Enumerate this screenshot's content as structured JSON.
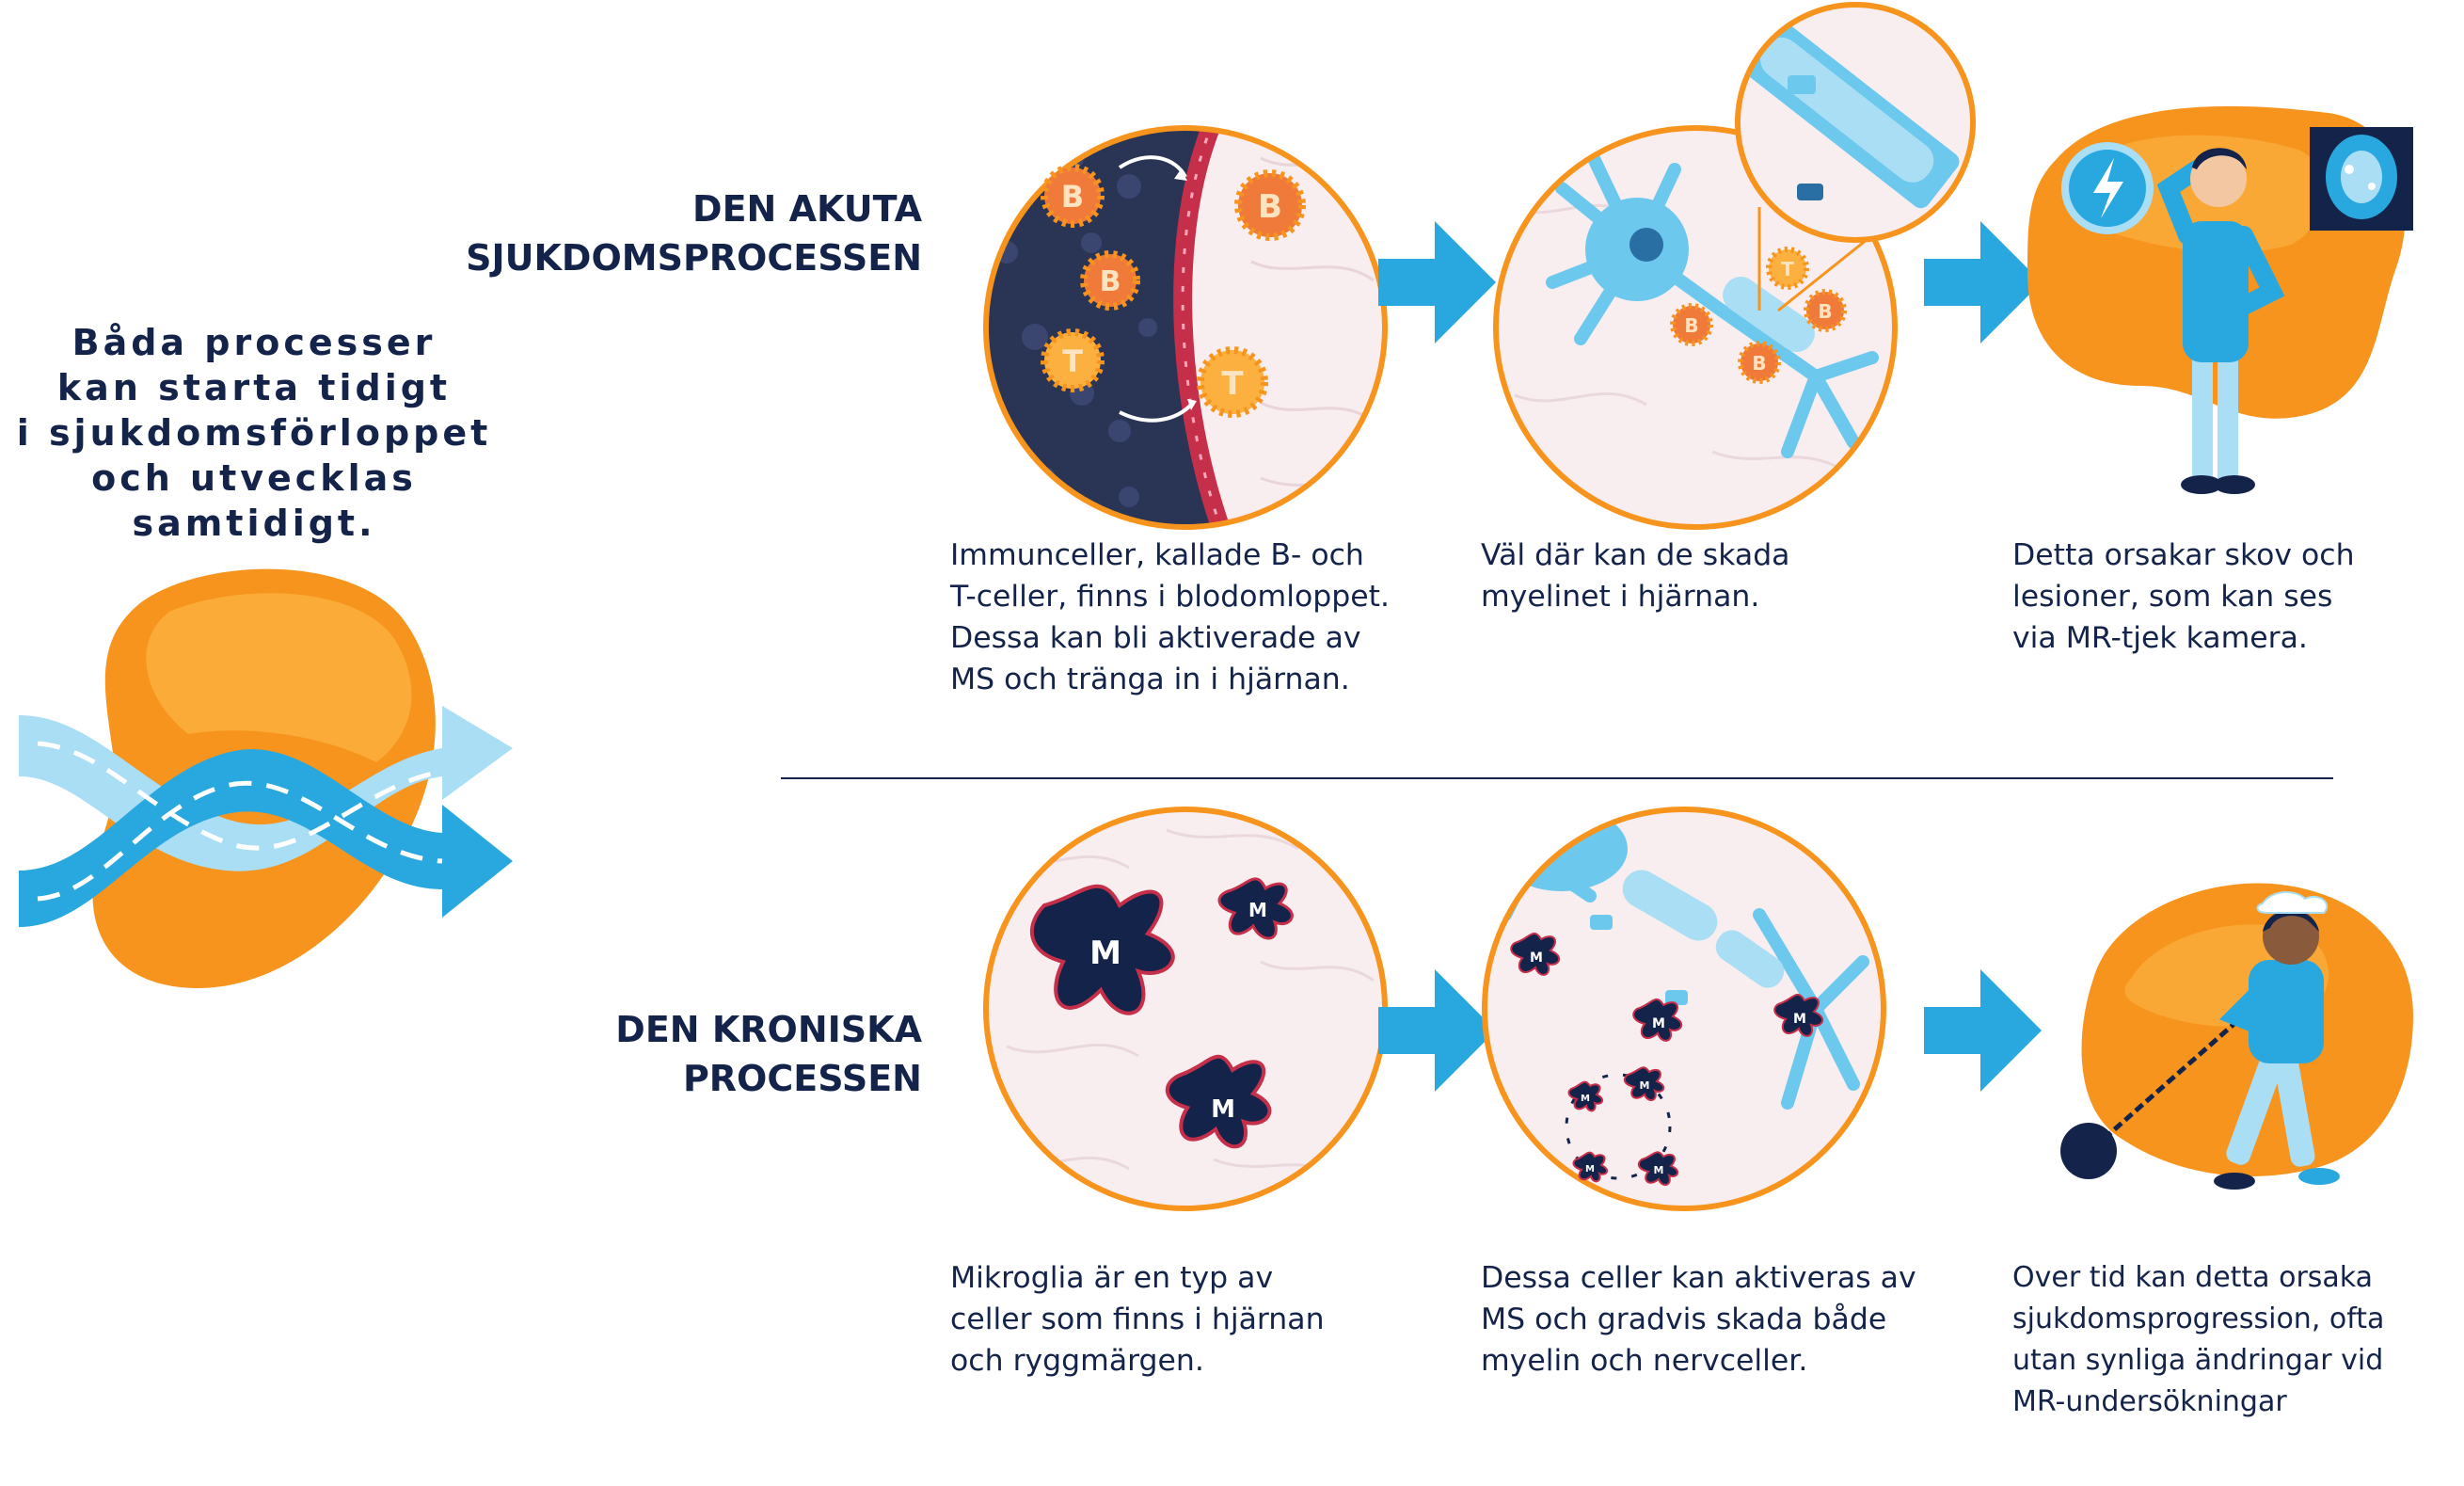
{
  "intro": {
    "lines": [
      "Båda processer",
      "kan starta tidigt",
      "i sjukdomsförloppet",
      "och utvecklas",
      "samtidigt."
    ]
  },
  "acute": {
    "heading": [
      "DEN AKUTA",
      "SJUKDOMSPROCESSEN"
    ],
    "steps": [
      {
        "caption": [
          "Immunceller, kallade B- och",
          "T-celler, finns i blodomloppet.",
          "Dessa kan bli aktiverade av",
          "MS och tränga in i hjärnan."
        ]
      },
      {
        "caption": [
          "Väl där kan de skada",
          "myelinet i hjärnan."
        ]
      },
      {
        "caption": [
          "Detta orsakar skov och",
          "lesioner, som kan ses",
          "via MR-tjek kamera."
        ]
      }
    ]
  },
  "chronic": {
    "heading": [
      "DEN KRONISKA",
      "PROCESSEN"
    ],
    "steps": [
      {
        "caption": [
          "Mikroglia är en typ av",
          "celler som finns i hjärnan",
          "och ryggmärgen."
        ]
      },
      {
        "caption": [
          "Dessa celler kan aktiveras av",
          "MS och gradvis skada både",
          "myelin och nervceller."
        ]
      },
      {
        "caption": [
          "Over tid kan detta orsaka",
          "sjukdomsprogression, ofta",
          "utan synliga ändringar vid",
          "MR-undersökningar"
        ]
      }
    ]
  },
  "cell_labels": {
    "b_cell": "B",
    "t_cell": "T",
    "microglia": "M"
  },
  "colors": {
    "navy": "#14234a",
    "orange": "#f7941d",
    "orange_light": "#fbb040",
    "blue_arrow": "#29a8e0",
    "light_blue": "#a9def5",
    "neuron_blue": "#6dc8ee",
    "brain_tissue": "#f8eef0",
    "blood_red": "#c62f4a"
  }
}
